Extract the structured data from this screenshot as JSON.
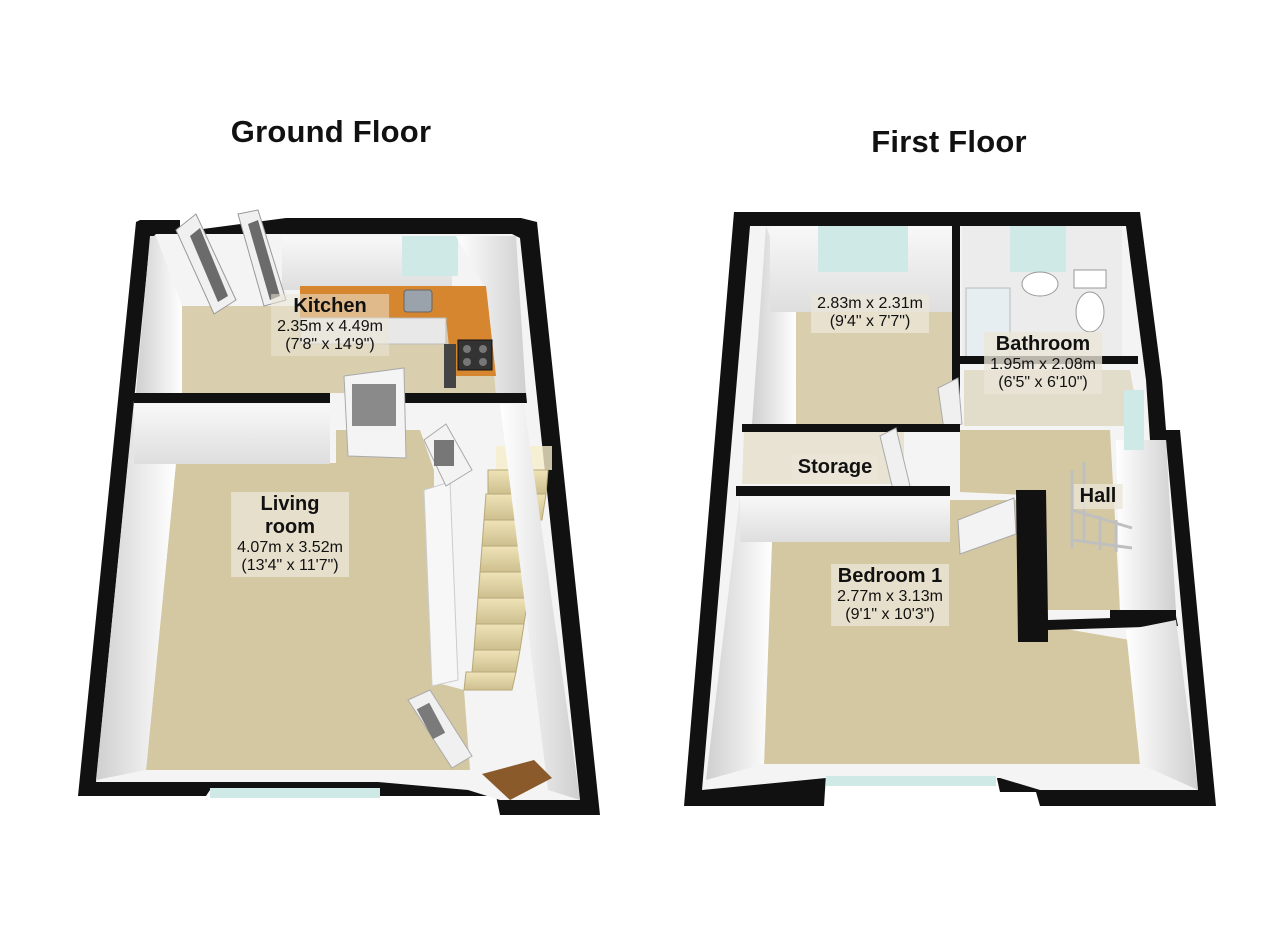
{
  "floors": {
    "ground": {
      "title": "Ground Floor"
    },
    "first": {
      "title": "First Floor"
    }
  },
  "rooms": {
    "kitchen": {
      "name": "Kitchen",
      "metric": "2.35m x 4.49m",
      "imperial": "(7'8\" x 14'9\")"
    },
    "living": {
      "name_line1": "Living",
      "name_line2": "room",
      "metric": "4.07m x 3.52m",
      "imperial": "(13'4\" x 11'7\")"
    },
    "bedroom2": {
      "metric": "2.83m x 2.31m",
      "imperial": "(9'4\" x 7'7\")"
    },
    "bathroom": {
      "name": "Bathroom",
      "metric": "1.95m x 2.08m",
      "imperial": "(6'5\" x 6'10\")"
    },
    "storage": {
      "name": "Storage"
    },
    "hall": {
      "name": "Hall"
    },
    "bedroom1": {
      "name": "Bedroom 1",
      "metric": "2.77m x 3.13m",
      "imperial": "(9'1\" x 10'3\")"
    }
  },
  "colors": {
    "wall": "#111111",
    "wall_inner": "#f2f2f2",
    "floor_carpet": "#d6cba8",
    "worktop": "#d6862f",
    "window": "#cfe9e6"
  }
}
